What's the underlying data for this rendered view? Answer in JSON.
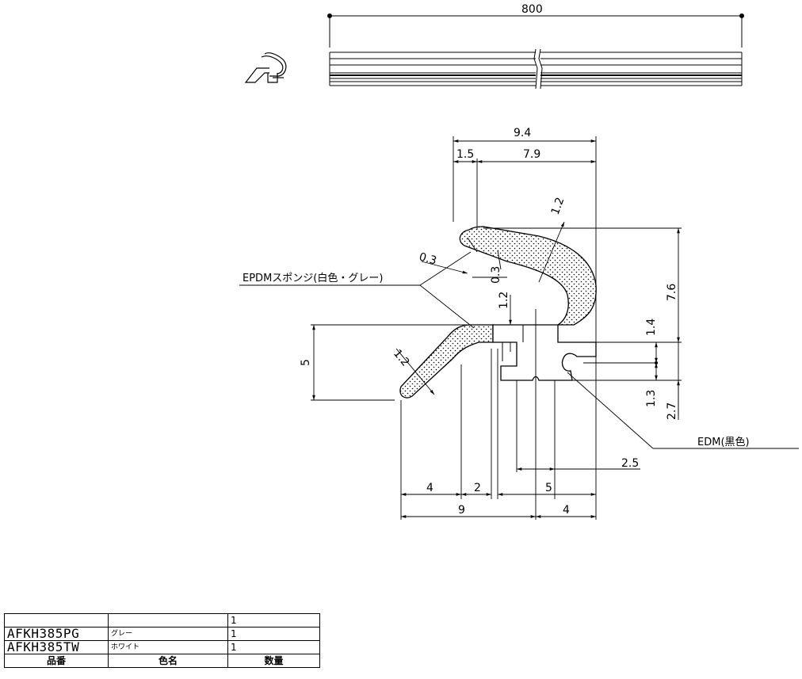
{
  "dimensions": {
    "length": "800",
    "width_total": "9.4",
    "offset_left": "1.5",
    "width_right": "7.9",
    "thickness_top": "1.2",
    "lip_gap_a": "0.3",
    "lip_gap_b": "0.3",
    "thickness_mid": "1.2",
    "height_total": "7.6",
    "height_upper": "1.4",
    "height_lower_a": "1.3",
    "height_lower_b": "2.7",
    "height_left": "5",
    "thickness_lip": "1.2",
    "slot_width": "2.5",
    "bottom_a": "4",
    "bottom_b": "2",
    "bottom_c": "5",
    "bottom_d": "9",
    "bottom_e": "4"
  },
  "callouts": {
    "sponge": "EPDMスポンジ(白色・グレー)",
    "core": "EDM(黒色)"
  },
  "parts_table": {
    "headers": [
      "品番",
      "色名",
      "数量"
    ],
    "rows": [
      {
        "part": "",
        "color": "",
        "qty": "1"
      },
      {
        "part": "AFKH385PG",
        "color": "グレー",
        "qty": "1"
      },
      {
        "part": "AFKH385TW",
        "color": "ホワイト",
        "qty": "1"
      }
    ]
  }
}
